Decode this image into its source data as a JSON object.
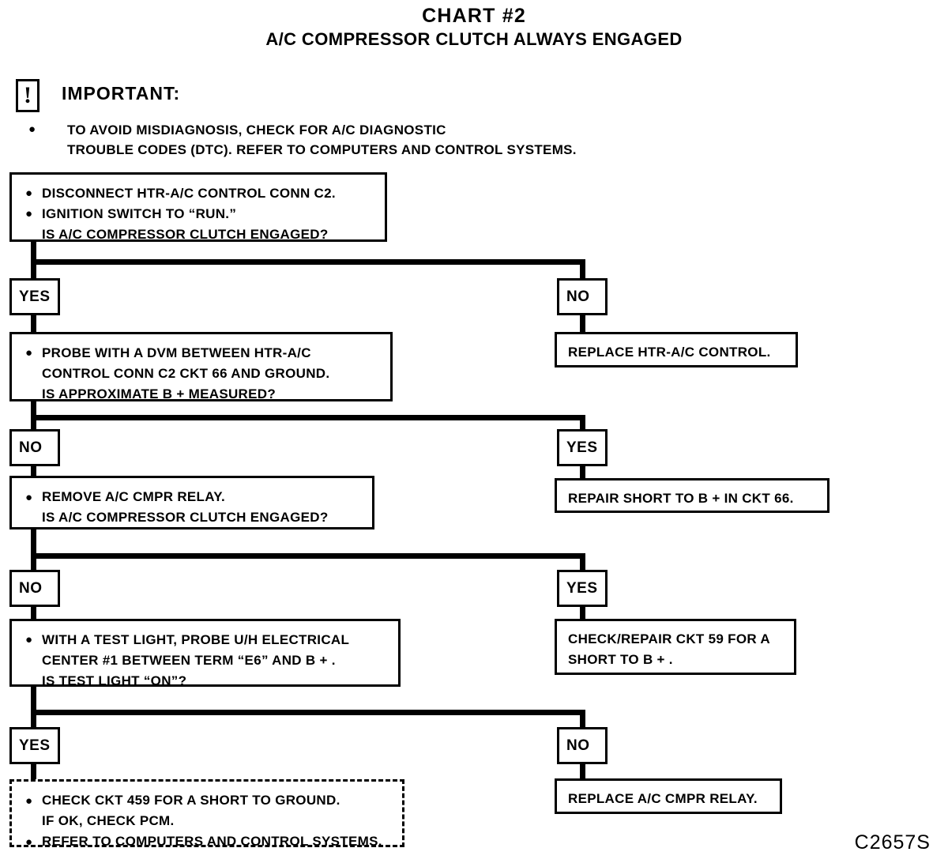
{
  "title": {
    "main": "CHART #2",
    "sub": "A/C COMPRESSOR CLUTCH ALWAYS ENGAGED"
  },
  "important": {
    "icon": "exclamation-in-box-icon",
    "label": "IMPORTANT:",
    "bullet_glyph": "●",
    "text": "TO AVOID MISDIAGNOSIS, CHECK FOR A/C DIAGNOSTIC\nTROUBLE CODES (DTC).  REFER TO COMPUTERS AND CONTROL SYSTEMS."
  },
  "steps": {
    "step1": {
      "text": "DISCONNECT HTR-A/C CONTROL CONN C2.\nIGNITION SWITCH TO “RUN.”\nIS A/C COMPRESSOR CLUTCH ENGAGED?",
      "bullets": 2
    },
    "step2": {
      "text": "PROBE WITH A DVM BETWEEN HTR-A/C\nCONTROL CONN C2 CKT 66 AND GROUND.\nIS APPROXIMATE B + MEASURED?",
      "bullets": 1
    },
    "step3": {
      "text": "REMOVE A/C CMPR RELAY.\nIS A/C COMPRESSOR CLUTCH ENGAGED?",
      "bullets": 1
    },
    "step4": {
      "text": "WITH A TEST LIGHT, PROBE U/H ELECTRICAL\nCENTER #1 BETWEEN TERM “E6” AND B + .\nIS TEST LIGHT “ON”?",
      "bullets": 1
    },
    "final_left": {
      "text": "CHECK CKT 459 FOR A SHORT TO GROUND.\nIF OK, CHECK PCM.\nREFER TO  COMPUTERS AND CONTROL SYSTEMS.",
      "bullets": 2,
      "border": "dashed"
    }
  },
  "outcomes": {
    "out1": "REPLACE HTR-A/C CONTROL.",
    "out2": "REPAIR SHORT TO B + IN CKT 66.",
    "out3": "CHECK/REPAIR CKT 59 FOR A\nSHORT TO B + .",
    "out4": "REPLACE A/C CMPR RELAY."
  },
  "tags": {
    "t1_left": "YES",
    "t1_right": "NO",
    "t2_left": "NO",
    "t2_right": "YES",
    "t3_left": "NO",
    "t3_right": "YES",
    "t4_left": "YES",
    "t4_right": "NO"
  },
  "footer": {
    "code": "C2657S"
  },
  "colors": {
    "ink": "#000000",
    "paper": "#ffffff"
  }
}
